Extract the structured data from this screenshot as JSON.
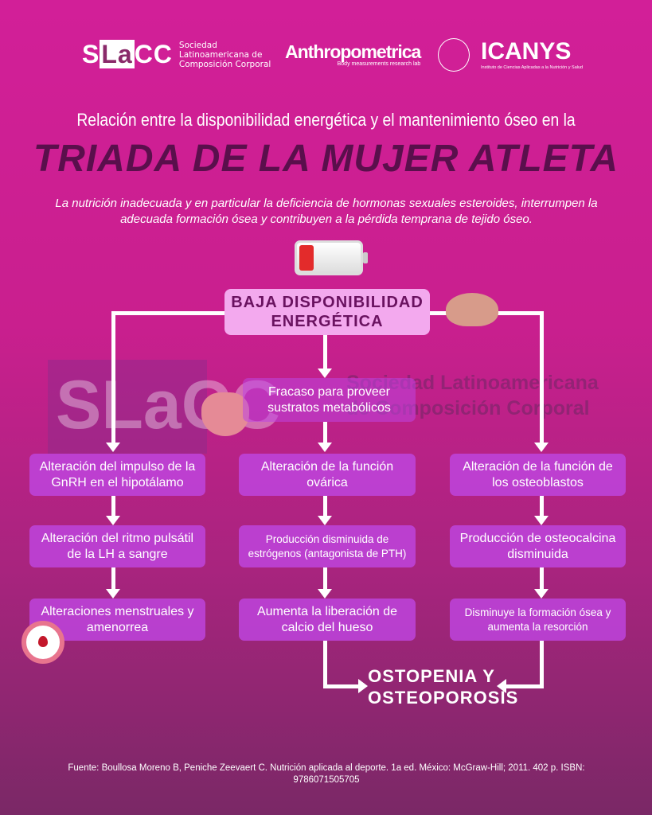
{
  "logos": {
    "slacc": {
      "mark_s": "S",
      "mark_la": "La",
      "mark_cc": "CC",
      "text": [
        "Sociedad",
        "Latinoamericana de",
        "Composición Corporal"
      ]
    },
    "anthropometrica": {
      "name": "Anthropometrica",
      "tagline": "Body measurements research lab"
    },
    "icanys": {
      "name": "ICANYS",
      "tagline": "Instituto de Ciencias Aplicadas a la Nutrición y Salud"
    }
  },
  "header": {
    "title_line1": "Relación entre la disponibilidad energética y el mantenimiento óseo en la",
    "title_line2": "TRIADA DE LA MUJER ATLETA",
    "subtitle": "La nutrición inadecuada y en particular la deficiencia de hormonas sexuales esteroides, interrumpen la adecuada formación ósea y contribuyen a la pérdida temprana de tejido óseo."
  },
  "flow": {
    "top": "BAJA DISPONIBILIDAD ENERGÉTICA",
    "middle": "Fracaso para proveer sustratos metabólicos",
    "left": [
      "Alteración del impulso de la GnRH en el hipotálamo",
      "Alteración del ritmo pulsátil de la LH a sangre",
      "Alteraciones menstruales y amenorrea"
    ],
    "center": [
      "Alteración de la función ovárica",
      "Producción disminuida de estrógenos (antagonista de PTH)",
      "Aumenta la liberación de calcio del hueso"
    ],
    "right": [
      "Alteración de la función de los osteoblastos",
      "Producción de osteocalcina disminuida",
      "Disminuye la formación ósea y aumenta la resorción"
    ],
    "result": "OSTOPENIA Y OSTEOPOROSIS"
  },
  "watermark": {
    "mark": "SLaCC",
    "text": "Sociedad Latinoamericana de Composición Corporal"
  },
  "footer": "Fuente: Boullosa Moreno B, Peniche Zeevaert C. Nutrición aplicada al deporte. 1a ed. México: McGraw-Hill; 2011. 402 p. ISBN: 9786071505705"
}
